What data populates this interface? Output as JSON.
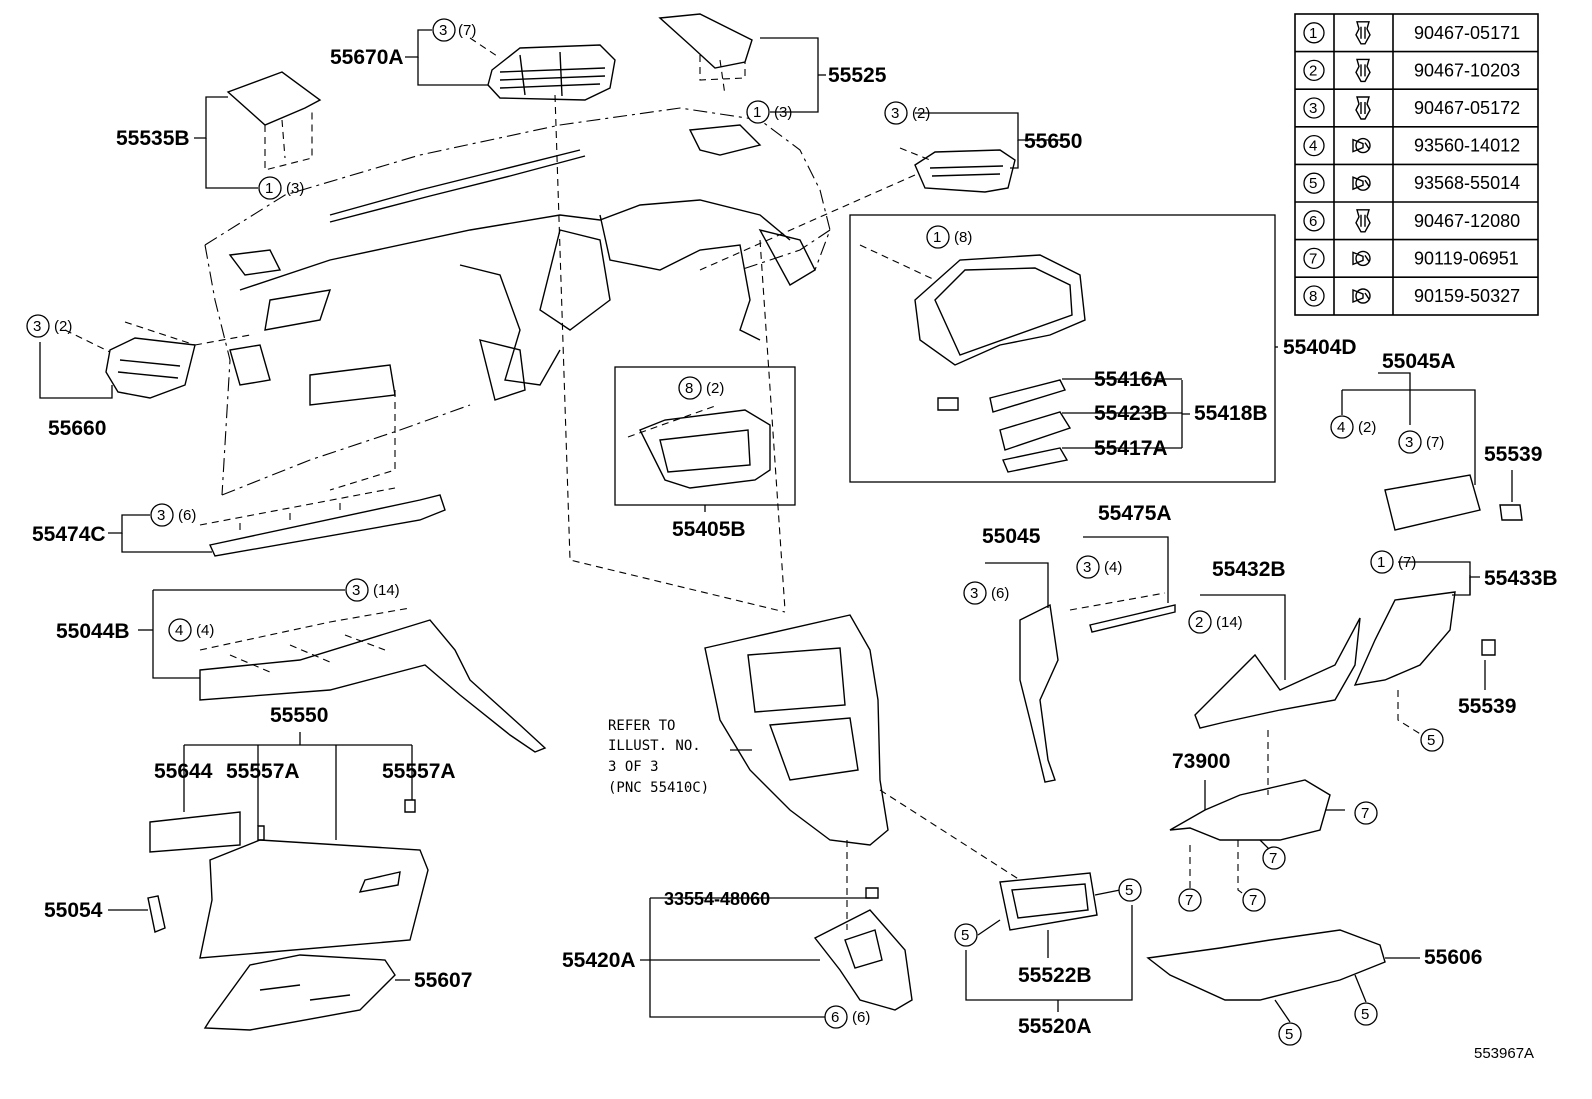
{
  "fasteners": [
    {
      "no": "1",
      "part": "90467-05171"
    },
    {
      "no": "2",
      "part": "90467-10203"
    },
    {
      "no": "3",
      "part": "90467-05172"
    },
    {
      "no": "4",
      "part": "93560-14012"
    },
    {
      "no": "5",
      "part": "93568-55014"
    },
    {
      "no": "6",
      "part": "90467-12080"
    },
    {
      "no": "7",
      "part": "90119-06951"
    },
    {
      "no": "8",
      "part": "90159-50327"
    }
  ],
  "labels": {
    "p55670A": "55670A",
    "p55525": "55525",
    "p55535B": "55535B",
    "p55650": "55650",
    "p55660": "55660",
    "p55404D": "55404D",
    "p55416A": "55416A",
    "p55423B": "55423B",
    "p55418B": "55418B",
    "p55417A": "55417A",
    "p55045A": "55045A",
    "p55539a": "55539",
    "p55474C": "55474C",
    "p55405B": "55405B",
    "p55045": "55045",
    "p55475A": "55475A",
    "p55432B": "55432B",
    "p55433B": "55433B",
    "p55044B": "55044B",
    "p55539b": "55539",
    "p55550": "55550",
    "p55644": "55644",
    "p55557Aa": "55557A",
    "p55557Ab": "55557A",
    "p73900": "73900",
    "p55054": "55054",
    "p33554": "33554-48060",
    "p55420A": "55420A",
    "p55522B": "55522B",
    "p55606": "55606",
    "p55607": "55607",
    "p55520A": "55520A",
    "diagram_id": "553967A"
  },
  "callouts": {
    "c55670A": {
      "no": "3",
      "qty": "(7)"
    },
    "c55525": {
      "no": "1",
      "qty": "(3)"
    },
    "c55535B": {
      "no": "1",
      "qty": "(3)"
    },
    "c55650": {
      "no": "3",
      "qty": "(2)"
    },
    "c55660": {
      "no": "3",
      "qty": "(2)"
    },
    "c55404D": {
      "no": "1",
      "qty": "(8)"
    },
    "c55405B": {
      "no": "8",
      "qty": "(2)"
    },
    "c55045A_a": {
      "no": "4",
      "qty": "(2)"
    },
    "c55045A_b": {
      "no": "3",
      "qty": "(7)"
    },
    "c55474C": {
      "no": "3",
      "qty": "(6)"
    },
    "c55045": {
      "no": "3",
      "qty": "(6)"
    },
    "c55475A": {
      "no": "3",
      "qty": "(4)"
    },
    "c55432B": {
      "no": "2",
      "qty": "(14)"
    },
    "c55433B": {
      "no": "1",
      "qty": "(7)"
    },
    "c55044B_a": {
      "no": "3",
      "qty": "(14)"
    },
    "c55044B_b": {
      "no": "4",
      "qty": "(4)"
    },
    "c55420A": {
      "no": "6",
      "qty": "(6)"
    },
    "c5_433": "5",
    "c7_a": "7",
    "c7_b": "7",
    "c7_c": "7",
    "c7_d": "7",
    "c5_522a": "5",
    "c5_522b": "5",
    "c5_606a": "5",
    "c5_606b": "5"
  },
  "note": {
    "line1": "REFER TO",
    "line2": "ILLUST. NO.",
    "line3": "3 OF 3",
    "line4": "(PNC 55410C)"
  }
}
